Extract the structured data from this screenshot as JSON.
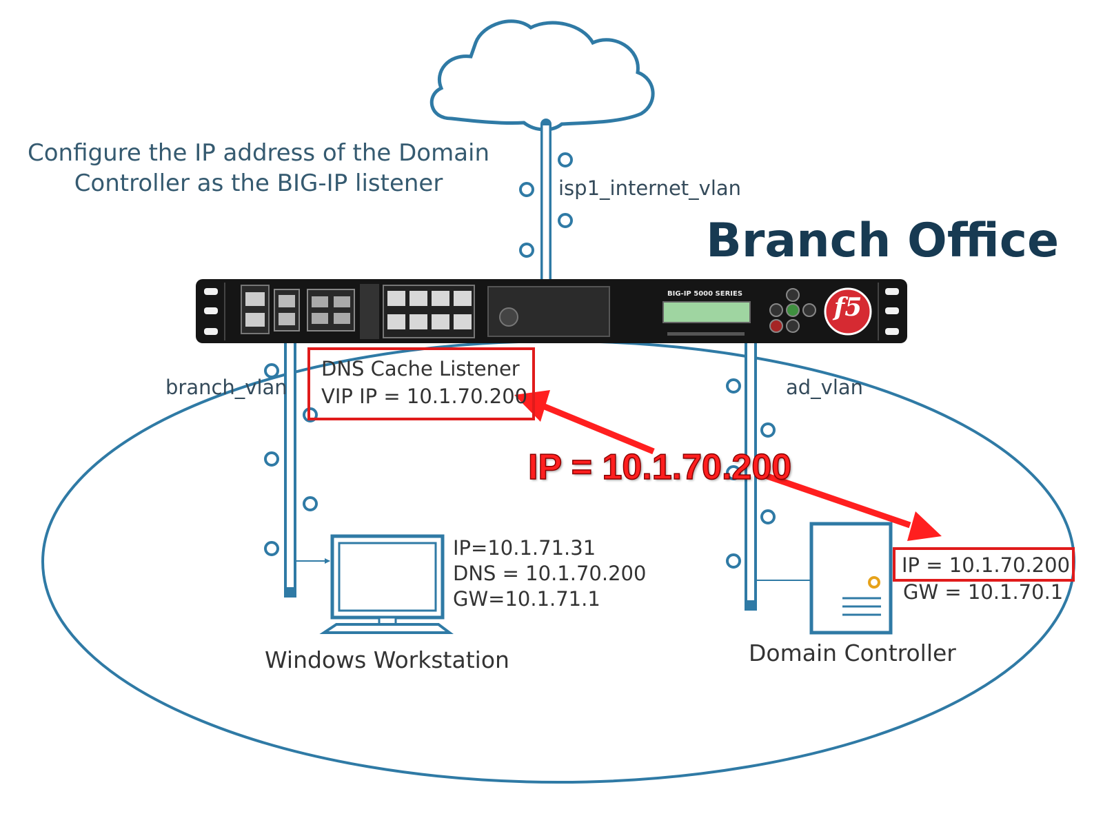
{
  "instruction": {
    "line1": "Configure the IP address of the Domain",
    "line2": "Controller as the BIG-IP listener"
  },
  "site_title": "Branch Office",
  "vlans": {
    "internet": "isp1_internet_vlan",
    "branch": "branch_vlan",
    "ad": "ad_vlan"
  },
  "device": {
    "model": "BIG-IP 5000 SERIES",
    "logo": "f5"
  },
  "listener": {
    "title": "DNS Cache Listener",
    "vip": "VIP IP = 10.1.70.200"
  },
  "callout": "IP = 10.1.70.200",
  "workstation": {
    "ip": "IP=10.1.71.31",
    "dns": "DNS = 10.1.70.200",
    "gw": "GW=10.1.71.1",
    "name": "Windows Workstation",
    "icon": "monitor-icon"
  },
  "domain_controller": {
    "ip": "IP = 10.1.70.200",
    "gw": "GW = 10.1.70.1",
    "name": "Domain Controller",
    "icon": "server-icon"
  },
  "colors": {
    "network_blue": "#2f7aa5",
    "highlight_red": "#e01b1b",
    "title_navy": "#173a52",
    "device_black": "#151515"
  }
}
